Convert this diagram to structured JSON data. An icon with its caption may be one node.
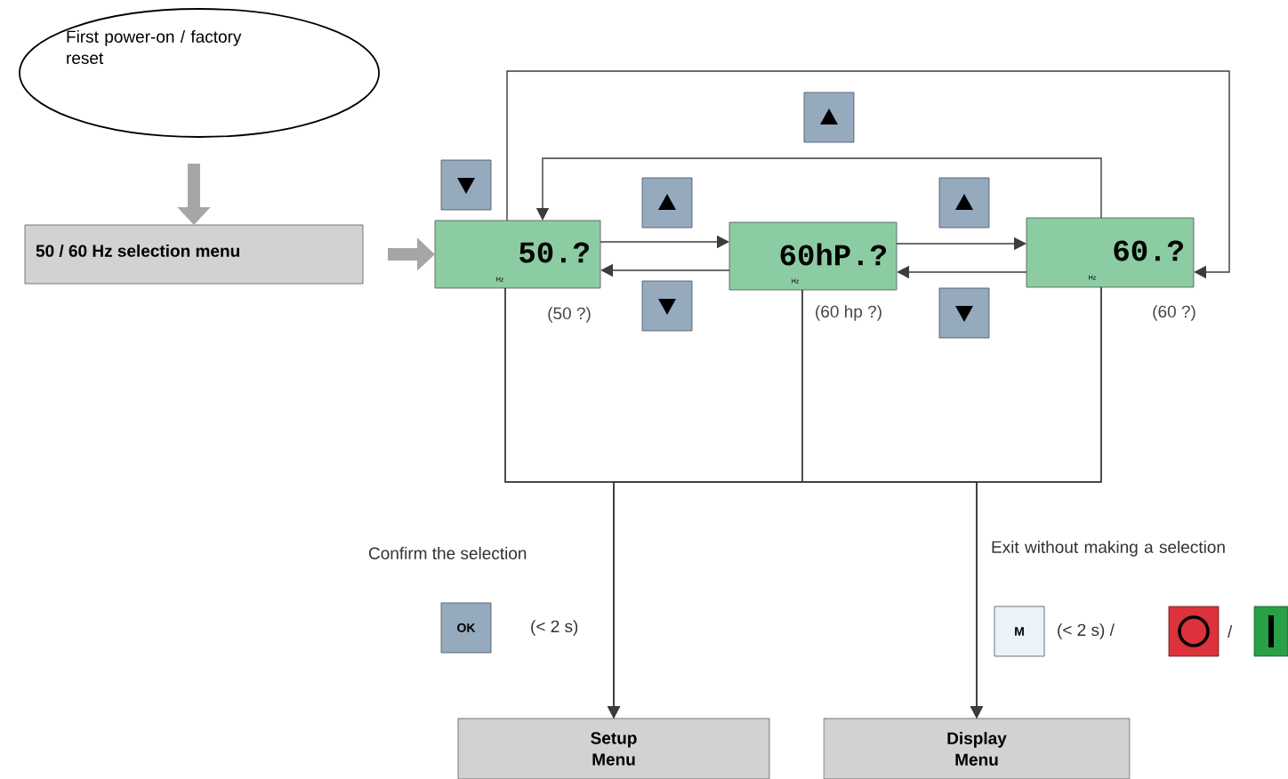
{
  "diagram": {
    "nodes": [
      {
        "text": [
          "First power-on / factory reset"
        ]
      },
      {
        "text": [
          "50 / 60 Hz selection menu"
        ]
      },
      {
        "text": [
          "50.?",
          "Hz"
        ],
        "beside": [
          "(50 ?)"
        ]
      },
      {
        "text": [
          "60hP.?",
          "Hz"
        ],
        "beside": [
          "(60 hp ?)"
        ]
      },
      {
        "text": [
          "60.?",
          "Hz"
        ],
        "beside": [
          "(60 ?)"
        ]
      },
      {
        "text": [
          "Setup Menu"
        ]
      },
      {
        "text": [
          "Display Menu"
        ]
      }
    ],
    "edges": [
      {
        "from": 0,
        "to": 1,
        "arrow": "to",
        "style": "thick",
        "color": "#a6a6a6"
      },
      {
        "from": 1,
        "to": 2,
        "arrow": "to",
        "style": "thick",
        "color": "#a6a6a6"
      },
      {
        "from": 2,
        "to": 3,
        "arrow": "to"
      },
      {
        "from": 3,
        "to": 2,
        "arrow": "to"
      },
      {
        "from": 3,
        "to": 4,
        "arrow": "to"
      },
      {
        "from": 4,
        "to": 3,
        "arrow": "to"
      },
      {
        "from": 2,
        "to": 4,
        "arrow": "to"
      },
      {
        "from": 4,
        "to": 2,
        "arrow": "to"
      },
      {
        "from": 2,
        "to": 5,
        "arrow": "to"
      },
      {
        "from": 3,
        "to": 5,
        "arrow": "to"
      },
      {
        "from": 4,
        "to": 5,
        "arrow": "to"
      },
      {
        "from": 2,
        "to": 6,
        "arrow": "to"
      },
      {
        "from": 3,
        "to": 6,
        "arrow": "to"
      },
      {
        "from": 4,
        "to": 6,
        "arrow": "to"
      }
    ],
    "labels": [
      "Confirm the selection",
      "Exit without making a selection",
      "OK",
      "(< 2 s)",
      "M",
      "(< 2 s) /",
      "/"
    ]
  }
}
